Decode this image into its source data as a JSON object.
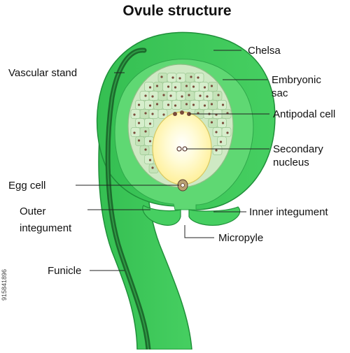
{
  "title": "Ovule structure",
  "labels": {
    "chelsa": "Chelsa",
    "embryonic_sac_1": "Embryonic",
    "embryonic_sac_2": "sac",
    "antipodal_cell": "Antipodal cell",
    "secondary_nucleus_1": "Secondary",
    "secondary_nucleus_2": "nucleus",
    "vascular_stand": "Vascular stand",
    "egg_cell": "Egg cell",
    "outer_integument_1": "Outer",
    "outer_integument_2": "integument",
    "inner_integument": "Inner integument",
    "micropyle": "Micropyle",
    "funicle": "Funicle"
  },
  "side_id": "915841896",
  "colors": {
    "outer_green": "#3cc85a",
    "outer_edge": "#1f8f39",
    "inner_green": "#6bdc7a",
    "vascular": "#1c6b2c",
    "sac_fill": "#cfe9c4",
    "cell_line": "#8fbf86",
    "nucleus_fill": "#fff6a8",
    "nucleus_center": "#ffffff",
    "dot": "#7a4a3a"
  }
}
